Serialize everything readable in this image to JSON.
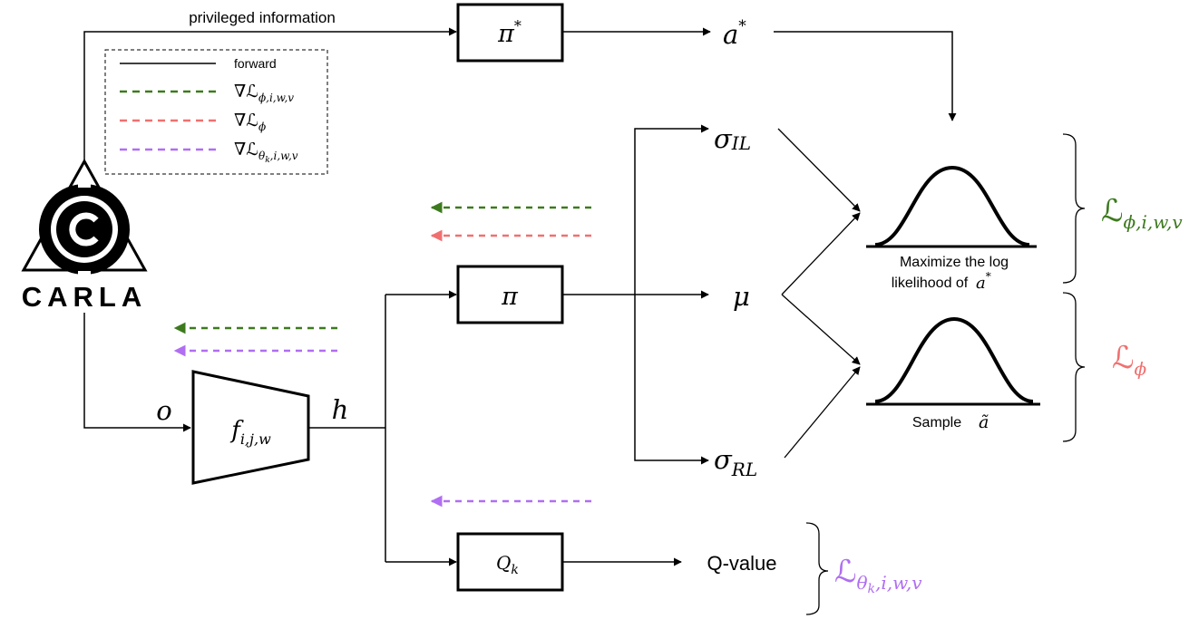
{
  "colors": {
    "stroke": "#000000",
    "green": "#3d7a1e",
    "red": "#f07070",
    "purple": "#b06ef2"
  },
  "logo": {
    "icon": "carla-logo-icon",
    "wordmark": "CARLA"
  },
  "legend": {
    "forward": "forward",
    "grad_phi_iwv": {
      "nabla": "∇",
      "L": "ℒ",
      "sub": "ϕ,i,w,v"
    },
    "grad_phi": {
      "nabla": "∇",
      "L": "ℒ",
      "sub": "ϕ"
    },
    "grad_theta_k_iwv": {
      "nabla": "∇",
      "L": "ℒ",
      "sub_theta": "θ",
      "sub_k": "k",
      "sub_rest": ",i,w,v"
    }
  },
  "labels": {
    "privileged_information": "privileged information",
    "o": "o",
    "h": "h",
    "pi_star": {
      "base": "π",
      "sup": "*"
    },
    "a_star": {
      "base": "a",
      "sup": "*"
    },
    "pi": "π",
    "q_k": {
      "base": "Q",
      "sub": "k"
    },
    "q_value": "Q-value",
    "mu": "μ",
    "sigma_il": {
      "base": "σ",
      "sub": "IL"
    },
    "sigma_rl": {
      "base": "σ",
      "sub": "RL"
    },
    "encoder": {
      "base": "f",
      "sub": "i,j,w"
    },
    "gaussian_top_caption_line1": "Maximize the log",
    "gaussian_top_caption_line2": "likelihood of",
    "gaussian_top_caption_var": {
      "base": "a",
      "sup": "*"
    },
    "gaussian_bottom_caption": "Sample",
    "gaussian_bottom_caption_var": "ã"
  },
  "losses": {
    "imitation": {
      "L": "ℒ",
      "sub": "ϕ,i,w,v"
    },
    "rl": {
      "L": "ℒ",
      "sub": "ϕ"
    },
    "critic": {
      "L": "ℒ",
      "sub_theta": "θ",
      "sub_k": "k",
      "sub_rest": ",i,w,v"
    }
  }
}
